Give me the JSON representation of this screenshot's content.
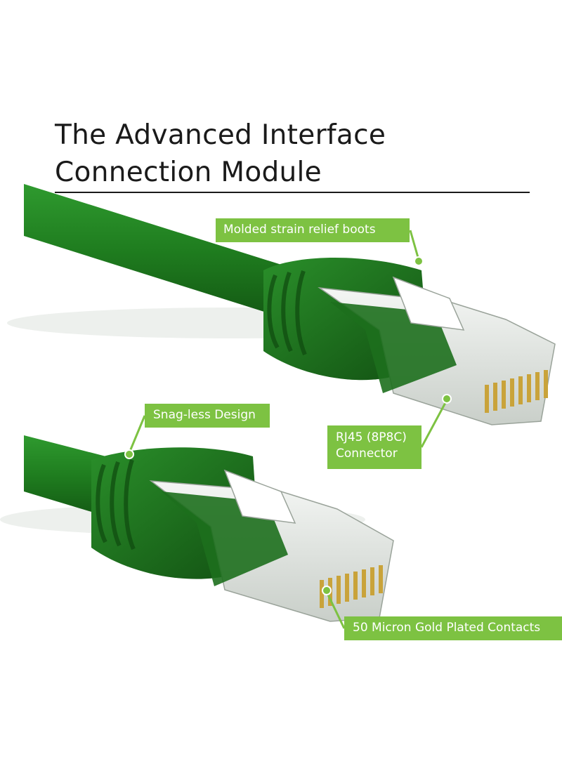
{
  "title": {
    "line1": "The Advanced Interface",
    "line2": "Connection Module"
  },
  "callouts": {
    "boots": "Molded strain relief boots",
    "snag": "Snag-less Design",
    "rj45_line1": "RJ45 (8P8C)",
    "rj45_line2": "Connector",
    "gold": "50 Micron Gold Plated Contacts"
  },
  "colors": {
    "cable_green": "#1f7a1f",
    "callout_green": "#7dc242",
    "title_text": "#1a1a1a"
  }
}
